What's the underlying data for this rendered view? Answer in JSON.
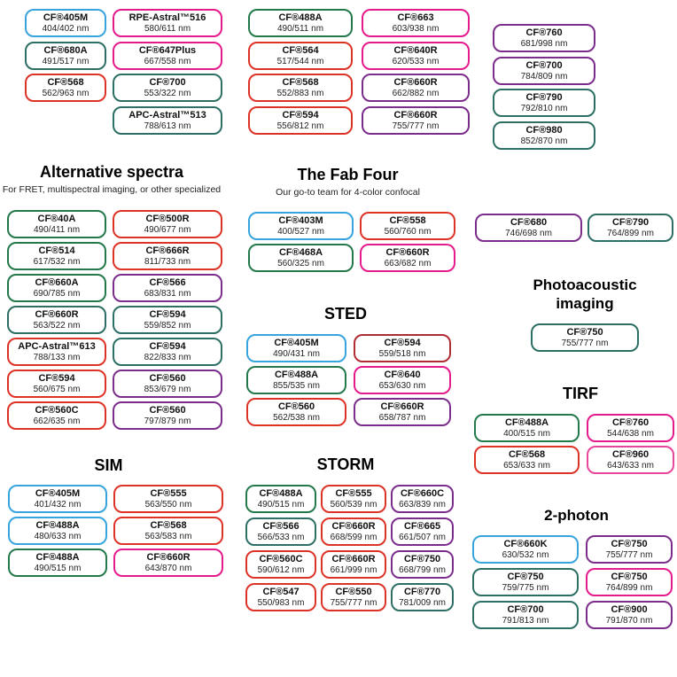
{
  "palette": {
    "blue": "#38A4DD",
    "green": "#23794A",
    "teal": "#2C6F64",
    "red": "#DD3327",
    "darkred": "#AF2C33",
    "magenta": "#E51A8C",
    "pink": "#E8469B",
    "purple": "#7C2D8B"
  },
  "chart_data": {
    "type": "table",
    "groups": {
      "top_col1": {
        "pills": [
          {
            "name": "CF®405M",
            "range": "404/402 nm",
            "color": "blue"
          },
          {
            "name": "CF®680A",
            "range": "491/517 nm",
            "color": "teal"
          },
          {
            "name": "CF®568",
            "range": "562/963 nm",
            "color": "red"
          }
        ]
      },
      "top_col2": {
        "pills": [
          {
            "name": "RPE-Astral™516",
            "range": "580/611 nm",
            "color": "magenta"
          },
          {
            "name": "CF®647Plus",
            "range": "667/558 nm",
            "color": "magenta"
          },
          {
            "name": "CF®700",
            "range": "553/322 nm",
            "color": "teal"
          },
          {
            "name": "APC-Astral™513",
            "range": "788/613 nm",
            "color": "teal"
          }
        ]
      },
      "top_col3": {
        "pills": [
          {
            "name": "CF®488A",
            "range": "490/511 nm",
            "color": "green"
          },
          {
            "name": "CF®564",
            "range": "517/544 nm",
            "color": "red"
          },
          {
            "name": "CF®568",
            "range": "552/883 nm",
            "color": "red"
          },
          {
            "name": "CF®594",
            "range": "556/812 nm",
            "color": "red"
          }
        ]
      },
      "top_col4": {
        "pills": [
          {
            "name": "CF®663",
            "range": "603/938 nm",
            "color": "magenta"
          },
          {
            "name": "CF®640R",
            "range": "620/533 nm",
            "color": "magenta"
          },
          {
            "name": "CF®660R",
            "range": "662/882 nm",
            "color": "purple"
          },
          {
            "name": "CF®660R",
            "range": "755/777 nm",
            "color": "purple"
          }
        ]
      },
      "top_col5": {
        "pills": [
          {
            "name": "CF®760",
            "range": "681/998 nm",
            "color": "purple"
          },
          {
            "name": "CF®700",
            "range": "784/809 nm",
            "color": "purple"
          },
          {
            "name": "CF®790",
            "range": "792/810 nm",
            "color": "teal"
          },
          {
            "name": "CF®980",
            "range": "852/870 nm",
            "color": "teal"
          }
        ]
      },
      "alt_spectra": {
        "title": "Alternative spectra",
        "subtitle": "For FRET, multispectral imaging, or other specialized",
        "pills": [
          {
            "name": "CF®40A",
            "range": "490/411 nm",
            "color": "green"
          },
          {
            "name": "CF®514",
            "range": "617/532 nm",
            "color": "green"
          },
          {
            "name": "CF®660A",
            "range": "690/785 nm",
            "color": "green"
          },
          {
            "name": "CF®660R",
            "range": "563/522 nm",
            "color": "teal"
          },
          {
            "name": "APC-Astral™613",
            "range": "788/133 nm",
            "color": "red"
          },
          {
            "name": "CF®594",
            "range": "560/675 nm",
            "color": "red"
          },
          {
            "name": "CF®560C",
            "range": "662/635 nm",
            "color": "red"
          },
          {
            "name": "CF®500R",
            "range": "490/677 nm",
            "color": "red"
          },
          {
            "name": "CF®666R",
            "range": "811/733 nm",
            "color": "red"
          },
          {
            "name": "CF®566",
            "range": "683/831 nm",
            "color": "purple"
          },
          {
            "name": "CF®594",
            "range": "559/852 nm",
            "color": "teal"
          },
          {
            "name": "CF®594",
            "range": "822/833 nm",
            "color": "teal"
          },
          {
            "name": "CF®560",
            "range": "853/679 nm",
            "color": "purple"
          },
          {
            "name": "CF®560",
            "range": "797/879 nm",
            "color": "purple"
          }
        ]
      },
      "fab_four": {
        "title": "The Fab Four",
        "subtitle": "Our go-to team for 4-color confocal",
        "pills": [
          {
            "name": "CF®403M",
            "range": "400/527 nm",
            "color": "blue"
          },
          {
            "name": "CF®468A",
            "range": "560/325 nm",
            "color": "green"
          },
          {
            "name": "CF®558",
            "range": "560/760 nm",
            "color": "red"
          },
          {
            "name": "CF®660R",
            "range": "663/682 nm",
            "color": "magenta"
          }
        ]
      },
      "mid_right": {
        "pills": [
          {
            "name": "CF®680",
            "range": "746/698 nm",
            "color": "purple"
          },
          {
            "name": "CF®790",
            "range": "764/899 nm",
            "color": "teal"
          }
        ]
      },
      "photoacoustic": {
        "title": "Photoacoustic imaging",
        "pills": [
          {
            "name": "CF®750",
            "range": "755/777 nm",
            "color": "teal"
          }
        ]
      },
      "sted": {
        "title": "STED",
        "pills": [
          {
            "name": "CF®405M",
            "range": "490/431 nm",
            "color": "blue"
          },
          {
            "name": "CF®488A",
            "range": "855/535 nm",
            "color": "green"
          },
          {
            "name": "CF®560",
            "range": "562/538 nm",
            "color": "red"
          },
          {
            "name": "CF®594",
            "range": "559/518 nm",
            "color": "darkred"
          },
          {
            "name": "CF®640",
            "range": "653/630 nm",
            "color": "magenta"
          },
          {
            "name": "CF®660R",
            "range": "658/787 nm",
            "color": "purple"
          }
        ]
      },
      "tirf": {
        "title": "TIRF",
        "pills": [
          {
            "name": "CF®488A",
            "range": "400/515 nm",
            "color": "green"
          },
          {
            "name": "CF®568",
            "range": "653/633 nm",
            "color": "red"
          },
          {
            "name": "CF®760",
            "range": "544/638 nm",
            "color": "magenta"
          },
          {
            "name": "CF®960",
            "range": "643/633 nm",
            "color": "pink"
          }
        ]
      },
      "sim": {
        "title": "SIM",
        "pills": [
          {
            "name": "CF®405M",
            "range": "401/432 nm",
            "color": "blue"
          },
          {
            "name": "CF®488A",
            "range": "480/633 nm",
            "color": "blue"
          },
          {
            "name": "CF®488A",
            "range": "490/515 nm",
            "color": "green"
          },
          {
            "name": "CF®555",
            "range": "563/550 nm",
            "color": "red"
          },
          {
            "name": "CF®568",
            "range": "563/583 nm",
            "color": "red"
          },
          {
            "name": "CF®660R",
            "range": "643/870 nm",
            "color": "magenta"
          }
        ]
      },
      "storm": {
        "title": "STORM",
        "pills": [
          {
            "name": "CF®488A",
            "range": "490/515 nm",
            "color": "green"
          },
          {
            "name": "CF®566",
            "range": "566/533 nm",
            "color": "teal"
          },
          {
            "name": "CF®560C",
            "range": "590/612 nm",
            "color": "red"
          },
          {
            "name": "CF®547",
            "range": "550/983 nm",
            "color": "red"
          },
          {
            "name": "CF®555",
            "range": "560/539 nm",
            "color": "red"
          },
          {
            "name": "CF®660R",
            "range": "668/599 nm",
            "color": "red"
          },
          {
            "name": "CF®660R",
            "range": "661/999 nm",
            "color": "red"
          },
          {
            "name": "CF®550",
            "range": "755/777 nm",
            "color": "red"
          },
          {
            "name": "CF®660C",
            "range": "663/839 nm",
            "color": "purple"
          },
          {
            "name": "CF®665",
            "range": "661/507 nm",
            "color": "purple"
          },
          {
            "name": "CF®750",
            "range": "668/799 nm",
            "color": "purple"
          },
          {
            "name": "CF®770",
            "range": "781/009 nm",
            "color": "teal"
          }
        ]
      },
      "two_photon": {
        "title": "2-photon",
        "pills": [
          {
            "name": "CF®660K",
            "range": "630/532 nm",
            "color": "blue"
          },
          {
            "name": "CF®750",
            "range": "759/775 nm",
            "color": "teal"
          },
          {
            "name": "CF®700",
            "range": "791/813 nm",
            "color": "teal"
          },
          {
            "name": "CF®750",
            "range": "755/777 nm",
            "color": "purple"
          },
          {
            "name": "CF®750",
            "range": "764/899 nm",
            "color": "magenta"
          },
          {
            "name": "CF®900",
            "range": "791/870 nm",
            "color": "purple"
          }
        ]
      }
    }
  }
}
